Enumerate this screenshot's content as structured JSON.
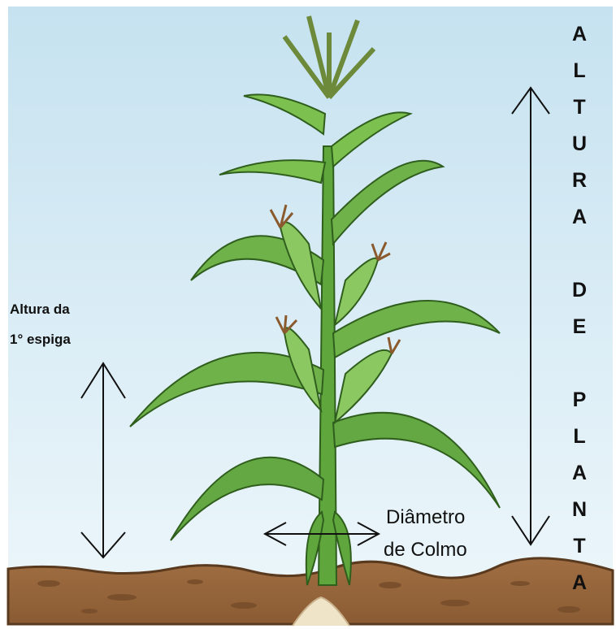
{
  "labels": {
    "first_ear_height_line1": "Altura da",
    "first_ear_height_line2": "1° espiga",
    "stalk_diameter_line1": "Diâmetro",
    "stalk_diameter_line2": "de Colmo",
    "plant_height_letters": [
      "A",
      "L",
      "T",
      "U",
      "R",
      "A",
      "",
      "D",
      "E",
      "",
      "P",
      "L",
      "A",
      "N",
      "T",
      "A"
    ]
  },
  "colors": {
    "sky_top": "#c9e4f1",
    "sky_bottom": "#eef7fb",
    "leaf": "#6fb24a",
    "leaf_dark": "#3f7d2a",
    "soil": "#9a6a3f",
    "soil_dark": "#6b4526"
  }
}
